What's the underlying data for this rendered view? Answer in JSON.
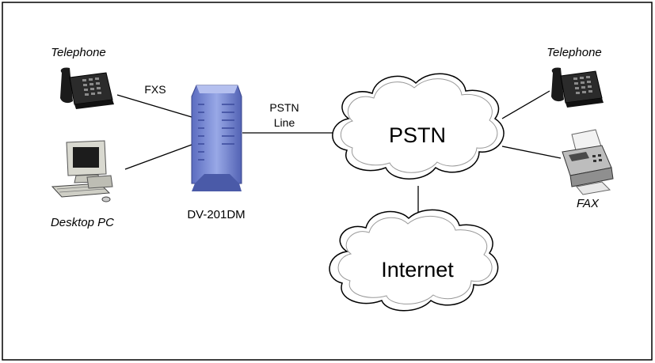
{
  "diagram": {
    "labels": {
      "telephone_left": "Telephone",
      "telephone_right": "Telephone",
      "desktop_pc": "Desktop PC",
      "fax": "FAX",
      "fxs": "FXS",
      "pstn_line_1": "PSTN",
      "pstn_line_2": "Line",
      "device": "DV-201DM",
      "pstn_cloud": "PSTN",
      "internet_cloud": "Internet"
    },
    "colors": {
      "device_blue": "#7c8fd6",
      "device_dark": "#4a5aa8",
      "cloud_fill": "#ffffff",
      "line": "#000000"
    }
  }
}
